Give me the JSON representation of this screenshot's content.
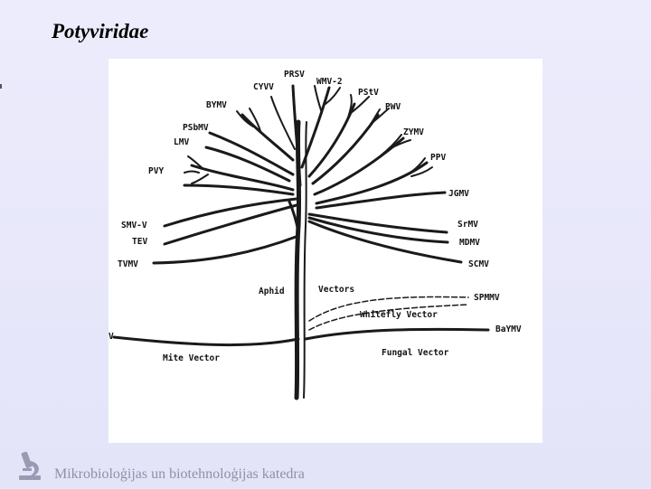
{
  "slide": {
    "title": "Potyviridae",
    "footer": "Mikrobioloģijas un biotehnoloģijas katedra",
    "logo_icon": "microscope-icon"
  },
  "diagram": {
    "virus_labels": {
      "prsv": "PRSV",
      "cyvv": "CYVV",
      "wmv2": "WMV-2",
      "bymv": "BYMV",
      "pstv": "PStV",
      "pwv": "PWV",
      "psbmv": "PSbMV",
      "lmv": "LMV",
      "zymv": "ZYMV",
      "ppv": "PPV",
      "pvy": "PVY",
      "jgmv": "JGMV",
      "smvv": "SMV-V",
      "srmv": "SrMV",
      "tev": "TEV",
      "mdmv": "MDMV",
      "tvmv": "TVMV",
      "scmv": "SCMV",
      "spmmv": "SPMMV",
      "baymv": "BaYMV",
      "v": "V"
    },
    "vector_labels": {
      "aphid": "Aphid",
      "vectors": "Vectors",
      "whitefly": "Whitefly Vector",
      "mite": "Mite Vector",
      "fungal": "Fungal Vector"
    }
  }
}
